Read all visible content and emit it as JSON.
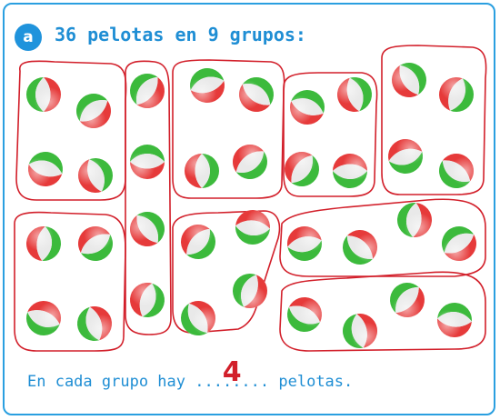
{
  "exercise": {
    "badge": "a",
    "title": "36 pelotas en 9 grupos:",
    "sentence_before": "En cada grupo hay ",
    "dots_left": "....",
    "written_answer": "4",
    "dots_right": "....",
    "sentence_after": " pelotas."
  },
  "colors": {
    "accent": "#1f8ed4",
    "frame": "#2a9fe0",
    "ink": "#d21f2a",
    "ball_red": "#e63a3a",
    "ball_green": "#3cba3c"
  },
  "groups": [
    {
      "name": "group-1",
      "balls": 4
    },
    {
      "name": "group-2",
      "balls": 4
    },
    {
      "name": "group-3",
      "balls": 4
    },
    {
      "name": "group-4",
      "balls": 4
    },
    {
      "name": "group-5",
      "balls": 4
    },
    {
      "name": "group-6",
      "balls": 4
    },
    {
      "name": "group-7",
      "balls": 4
    },
    {
      "name": "group-8",
      "balls": 4
    },
    {
      "name": "group-9",
      "balls": 4
    }
  ]
}
